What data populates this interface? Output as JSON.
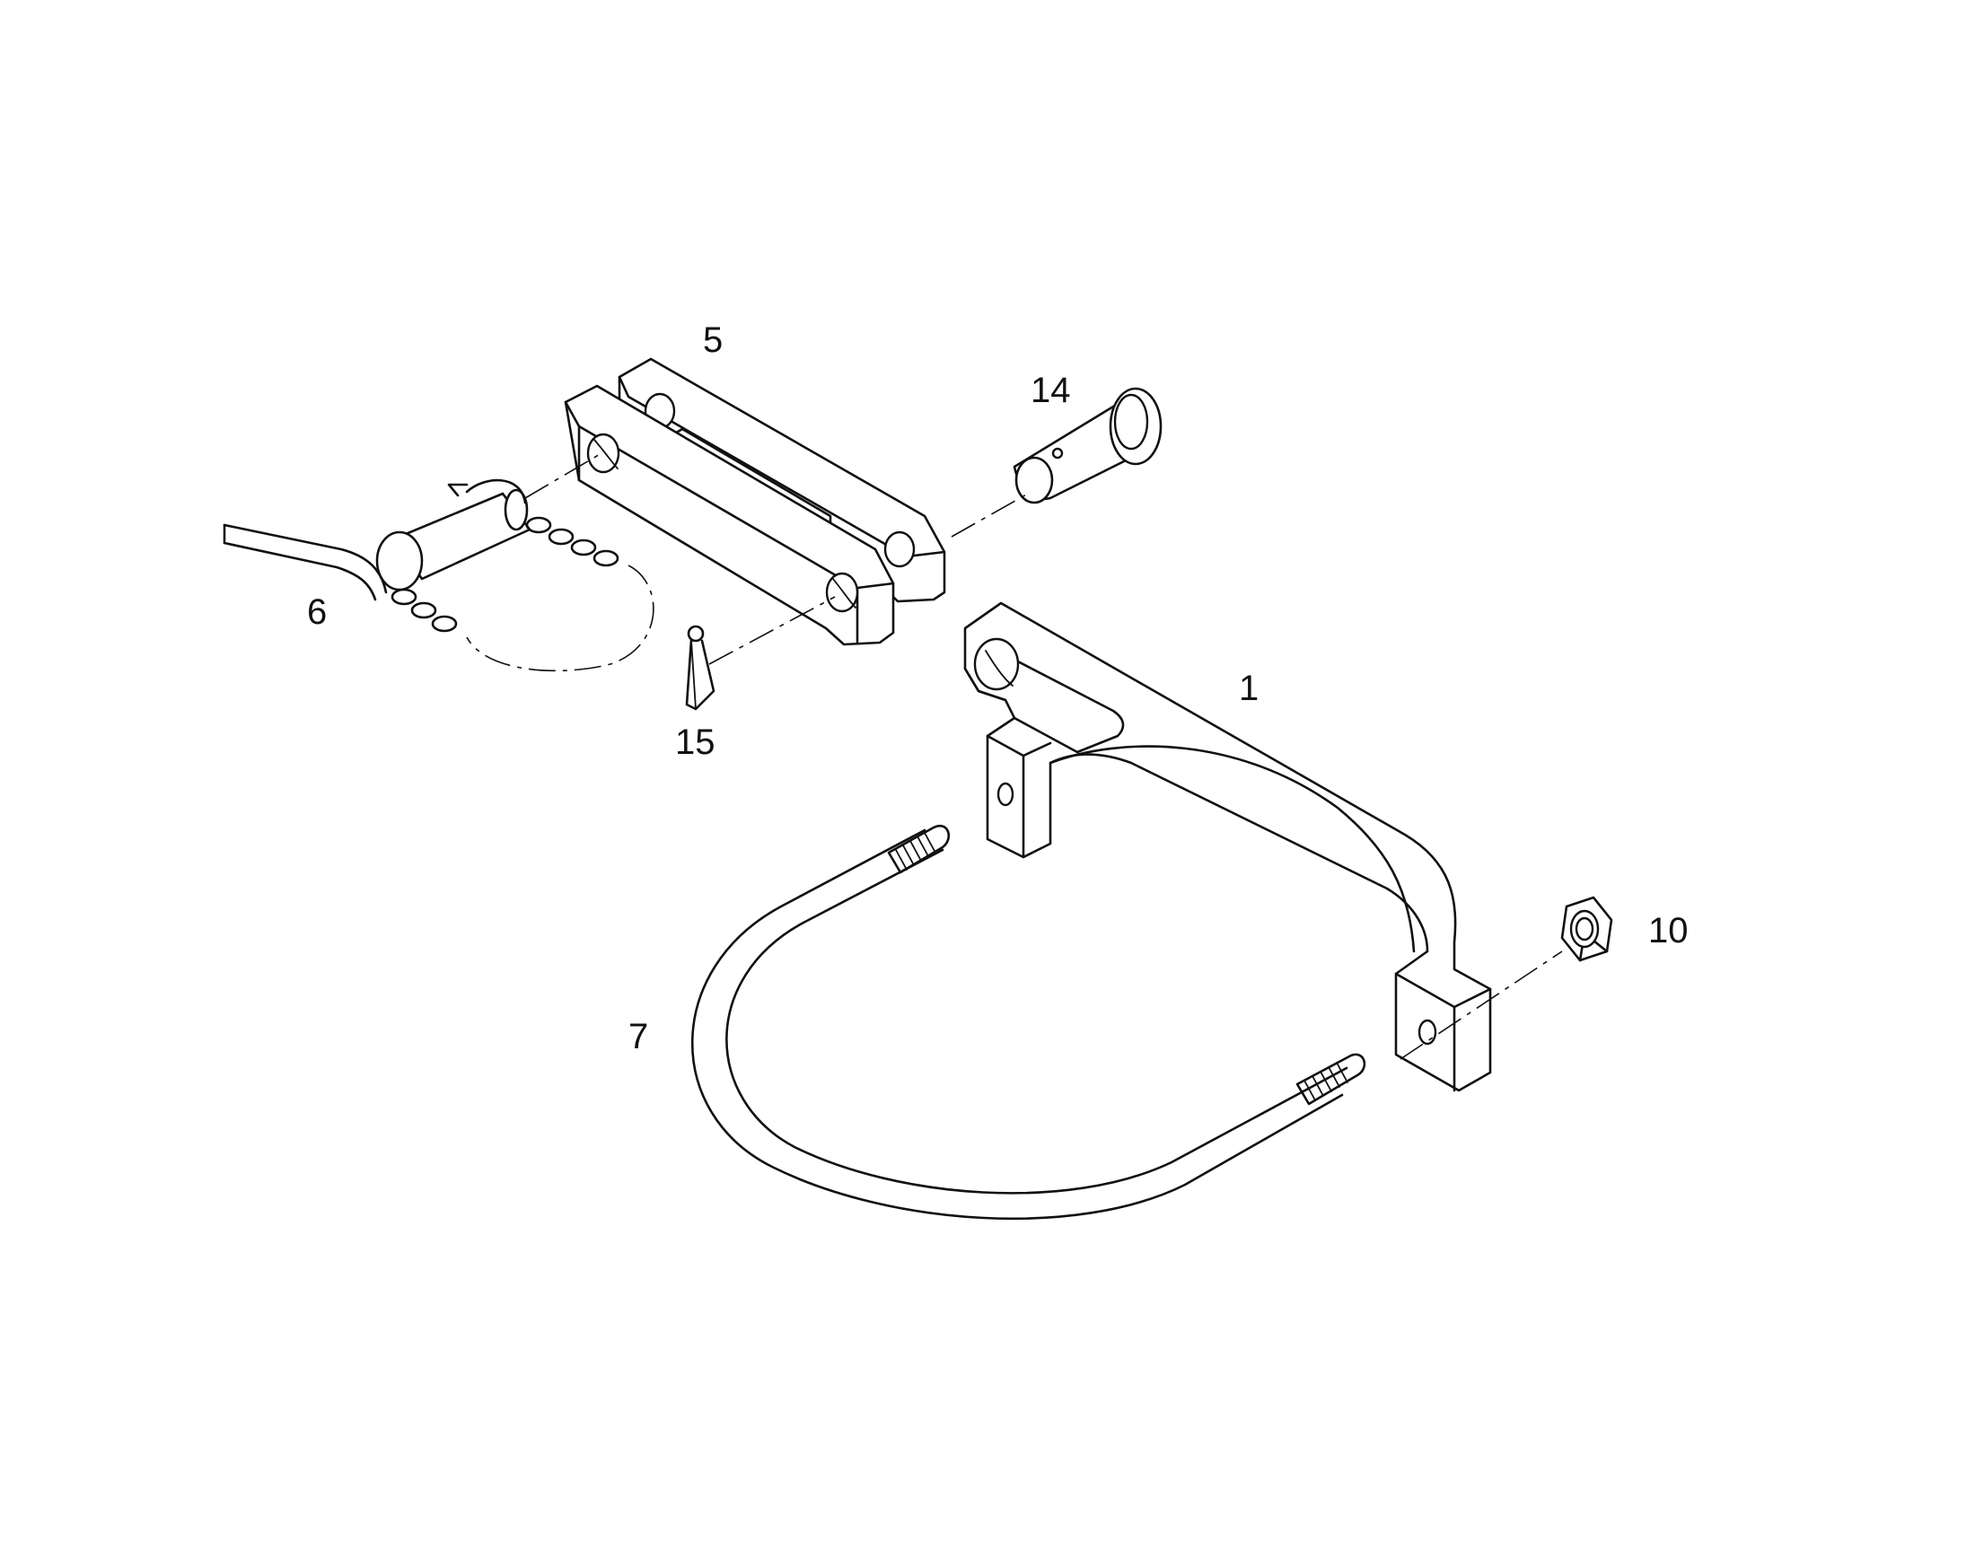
{
  "callouts": {
    "part_1": "1",
    "part_5": "5",
    "part_6": "6",
    "part_7": "7",
    "part_10": "10",
    "part_14": "14",
    "part_15": "15"
  },
  "colors": {
    "line": "#111111",
    "background": "#ffffff"
  }
}
